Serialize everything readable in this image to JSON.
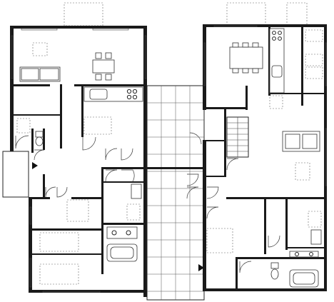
{
  "drawing": {
    "type": "architectural-floor-plan",
    "text_labels": [],
    "units": [
      "left-residence",
      "right-residence"
    ],
    "shared_courtyard": "center-tiled-courtyard",
    "entry_markers": [
      "entry-arrow-left",
      "entry-arrow-bottom"
    ],
    "line_color": "#1a1a1a",
    "background_color": "#ffffff"
  }
}
